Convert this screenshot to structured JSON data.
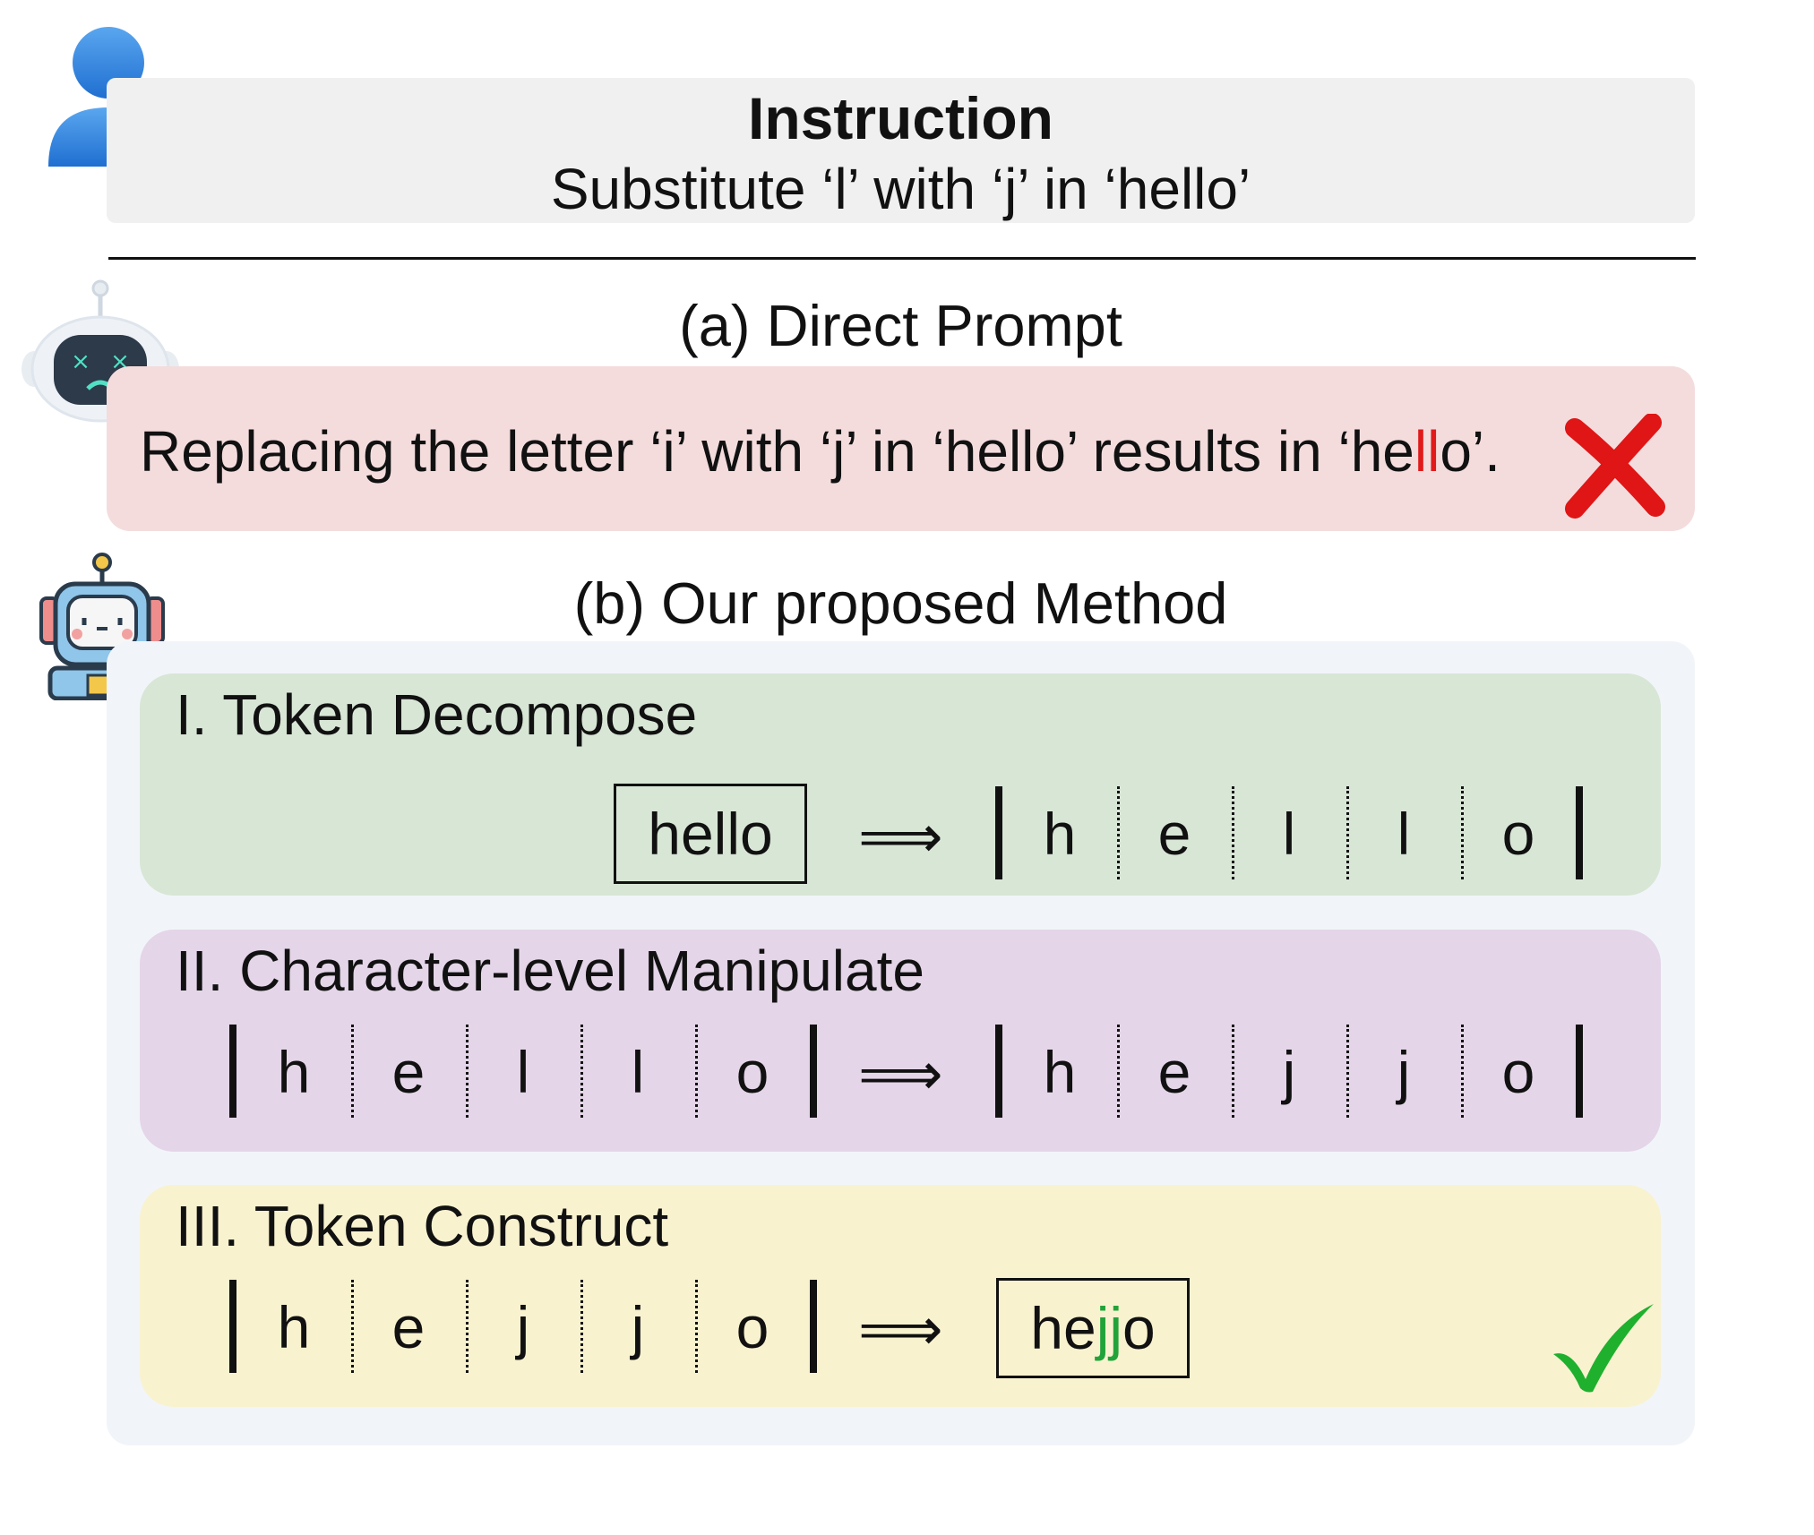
{
  "instruction": {
    "title": "Instruction",
    "text": "Substitute ‘l’ with ‘j’ in ‘hello’"
  },
  "direct": {
    "heading": "(a) Direct Prompt",
    "text_before": "Replacing the letter ‘i’ with ‘j’ in ‘hello’ results in ‘he",
    "text_red": "ll",
    "text_after": "o’.",
    "result_icon": "cross-mark-icon"
  },
  "method": {
    "heading": "(b) Our proposed Method",
    "step1": {
      "title": "I. Token Decompose",
      "input_word": "hello",
      "arrow": "⟹",
      "output_chars": [
        "h",
        "e",
        "l",
        "l",
        "o"
      ]
    },
    "step2": {
      "title": "II. Character-level Manipulate",
      "input_chars": [
        "h",
        "e",
        "l",
        "l",
        "o"
      ],
      "arrow": "⟹",
      "output_chars": [
        "h",
        "e",
        "j",
        "j",
        "o"
      ]
    },
    "step3": {
      "title": "III. Token Construct",
      "input_chars": [
        "h",
        "e",
        "j",
        "j",
        "o"
      ],
      "arrow": "⟹",
      "output_prefix": "he",
      "output_green": "jj",
      "output_suffix": "o",
      "result_icon": "check-mark-icon"
    }
  },
  "colors": {
    "error_red": "#e11a1a",
    "success_green": "#22a33a",
    "user_blue": "#3b8de0"
  }
}
